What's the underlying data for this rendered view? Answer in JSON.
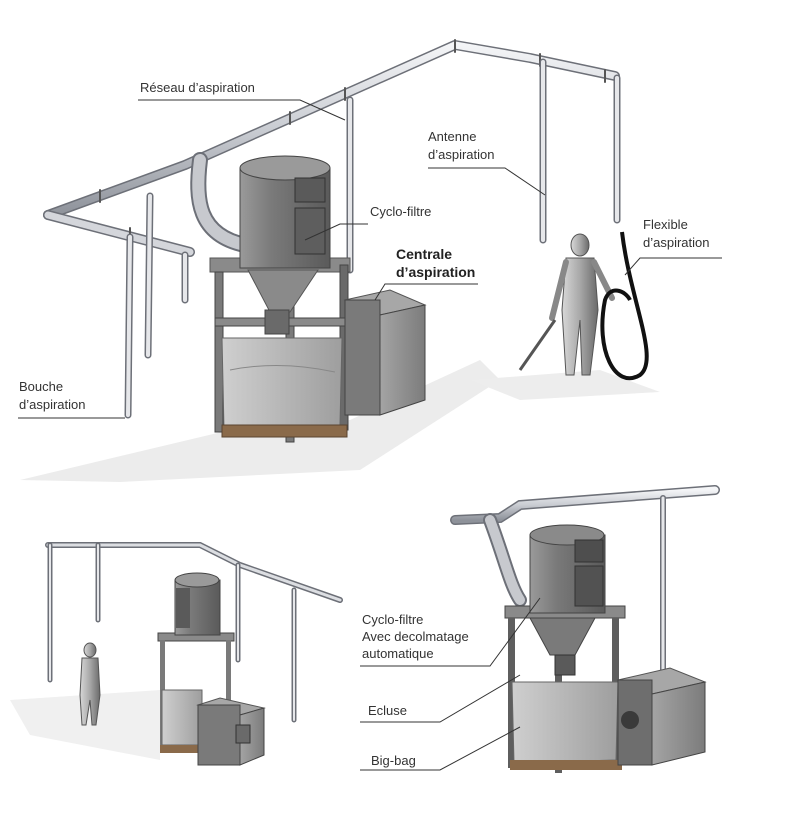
{
  "labels": {
    "reseau": "Réseau d’aspiration",
    "antenne_1": "Antenne",
    "antenne_2": "d’aspiration",
    "cyclo": "Cyclo-filtre",
    "centrale_1": "Centrale",
    "centrale_2": "d’aspiration",
    "flexible_1": "Flexible",
    "flexible_2": "d’aspiration",
    "bouche_1": "Bouche",
    "bouche_2": "d’aspiration",
    "cyclo2_1": "Cyclo-filtre",
    "cyclo2_2": "Avec decolmatage",
    "cyclo2_3": "automatique",
    "ecluse": "Ecluse",
    "bigbag": "Big-bag"
  },
  "colors": {
    "pipe": "#c9ccd2",
    "pipe_edge": "#6d7078",
    "metal_dark": "#6e6e6e",
    "metal_mid": "#8d8d8d",
    "frame": "#7a7a7a",
    "box": "#909090",
    "bag": "#b9b9b9",
    "pallet": "#8a6a4a",
    "shadow": "#e6e6e6",
    "hose": "#111111",
    "leader": "#333333"
  }
}
